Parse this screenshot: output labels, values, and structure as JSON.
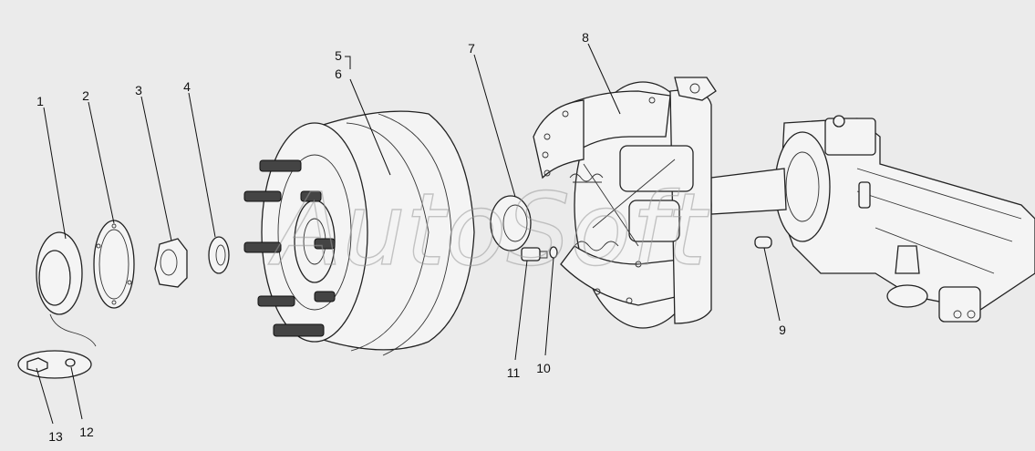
{
  "watermark": "AutoSoft",
  "callouts": [
    {
      "id": "c1",
      "label": "1"
    },
    {
      "id": "c2",
      "label": "2"
    },
    {
      "id": "c3",
      "label": "3"
    },
    {
      "id": "c4",
      "label": "4"
    },
    {
      "id": "c5",
      "label": "5"
    },
    {
      "id": "c6",
      "label": "6"
    },
    {
      "id": "c7",
      "label": "7"
    },
    {
      "id": "c8",
      "label": "8"
    },
    {
      "id": "c9",
      "label": "9"
    },
    {
      "id": "c10",
      "label": "10"
    },
    {
      "id": "c11",
      "label": "11"
    },
    {
      "id": "c12",
      "label": "12"
    },
    {
      "id": "c13",
      "label": "13"
    }
  ]
}
